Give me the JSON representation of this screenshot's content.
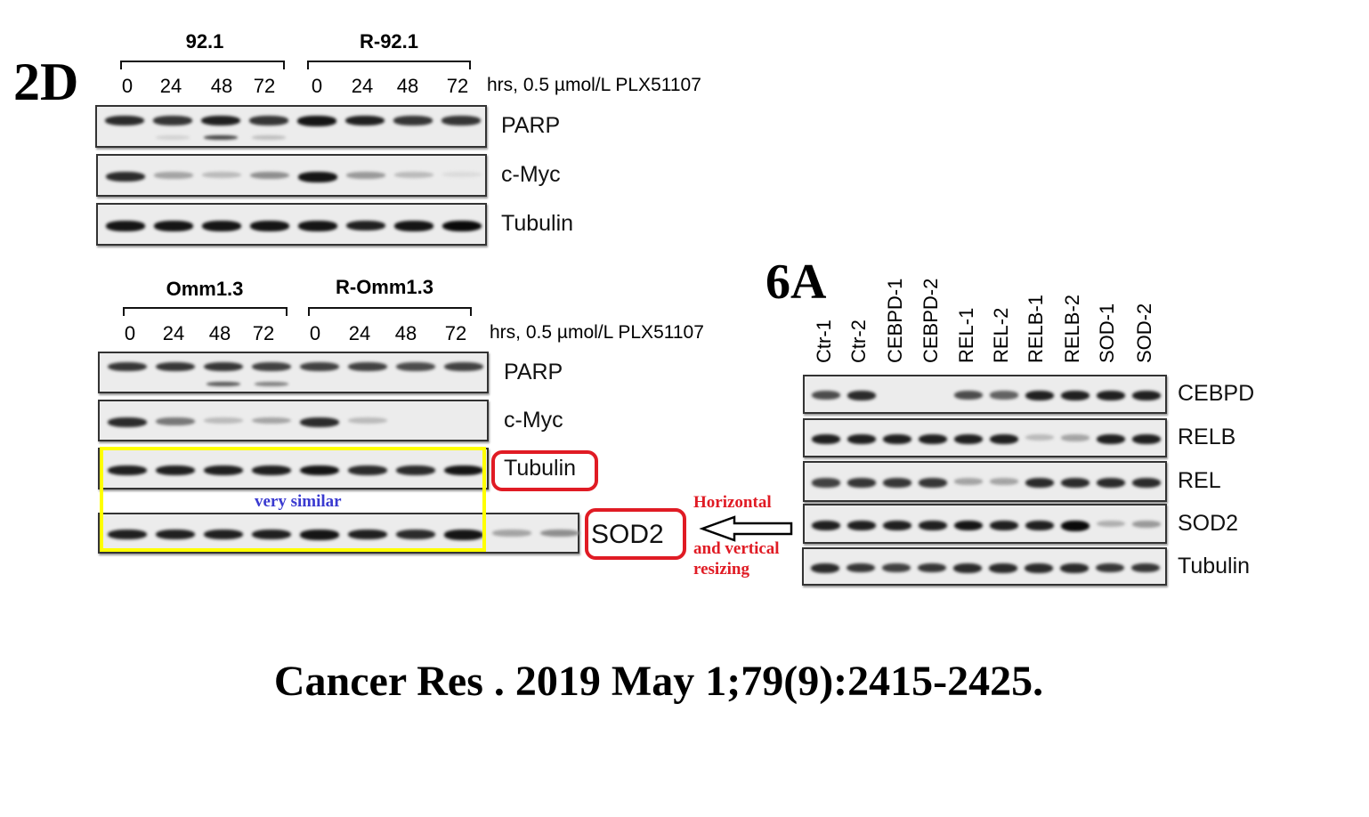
{
  "panel_2d": {
    "label": "2D",
    "condition": "hrs, 0.5 µmol/L PLX51107",
    "top": {
      "groups": [
        "92.1",
        "R-92.1"
      ],
      "lanes": [
        "0",
        "24",
        "48",
        "72",
        "0",
        "24",
        "48",
        "72"
      ],
      "blots": [
        {
          "name": "PARP",
          "bands": [
            0.85,
            0.8,
            0.9,
            0.8,
            0.95,
            0.9,
            0.8,
            0.8
          ],
          "lower": [
            0,
            0.1,
            0.8,
            0.2,
            0,
            0,
            0,
            0
          ]
        },
        {
          "name": "c-Myc",
          "bands": [
            0.85,
            0.3,
            0.2,
            0.4,
            0.95,
            0.35,
            0.2,
            0.05
          ]
        },
        {
          "name": "Tubulin",
          "bands": [
            0.95,
            0.95,
            0.95,
            0.95,
            0.95,
            0.9,
            0.95,
            1
          ]
        }
      ]
    },
    "bottom": {
      "groups": [
        "Omm1.3",
        "R-Omm1.3"
      ],
      "lanes": [
        "0",
        "24",
        "48",
        "72",
        "0",
        "24",
        "48",
        "72"
      ],
      "blots": [
        {
          "name": "PARP",
          "bands": [
            0.8,
            0.8,
            0.8,
            0.75,
            0.75,
            0.75,
            0.7,
            0.75
          ],
          "lower": [
            0,
            0,
            0.7,
            0.5,
            0,
            0,
            0,
            0
          ]
        },
        {
          "name": "c-Myc",
          "bands": [
            0.85,
            0.5,
            0.2,
            0.3,
            0.85,
            0.2,
            0,
            0
          ]
        },
        {
          "name": "Tubulin",
          "bands": [
            0.9,
            0.9,
            0.9,
            0.9,
            0.95,
            0.85,
            0.85,
            0.95
          ]
        },
        {
          "name": "SOD2",
          "bands": [
            0.9,
            0.9,
            0.9,
            0.9,
            0.95,
            0.9,
            0.85,
            0.95,
            0.3,
            0.4
          ]
        }
      ]
    }
  },
  "panel_6a": {
    "label": "6A",
    "lanes": [
      "Ctr-1",
      "Ctr-2",
      "CEBPD-1",
      "CEBPD-2",
      "REL-1",
      "REL-2",
      "RELB-1",
      "RELB-2",
      "SOD-1",
      "SOD-2"
    ],
    "blots": [
      {
        "name": "CEBPD",
        "bands": [
          0.7,
          0.85,
          0,
          0,
          0.7,
          0.6,
          0.9,
          0.9,
          0.9,
          0.9
        ]
      },
      {
        "name": "RELB",
        "bands": [
          0.9,
          0.9,
          0.9,
          0.9,
          0.9,
          0.9,
          0.2,
          0.3,
          0.9,
          0.9
        ]
      },
      {
        "name": "REL",
        "bands": [
          0.75,
          0.8,
          0.8,
          0.8,
          0.3,
          0.3,
          0.85,
          0.85,
          0.85,
          0.85
        ]
      },
      {
        "name": "SOD2",
        "bands": [
          0.9,
          0.9,
          0.9,
          0.9,
          0.95,
          0.9,
          0.9,
          1,
          0.25,
          0.35
        ]
      },
      {
        "name": "Tubulin",
        "bands": [
          0.85,
          0.8,
          0.75,
          0.8,
          0.85,
          0.85,
          0.85,
          0.85,
          0.8,
          0.8
        ]
      }
    ]
  },
  "annotations": {
    "similar": "very similar",
    "resize_1": "Horizontal",
    "resize_2": "and vertical",
    "resize_3": "resizing"
  },
  "citation": "Cancer Res . 2019 May 1;79(9):2415-2425.",
  "colors": {
    "highlight": "#ffff00",
    "red": "#e01b24",
    "blue": "#3a3ad0"
  }
}
